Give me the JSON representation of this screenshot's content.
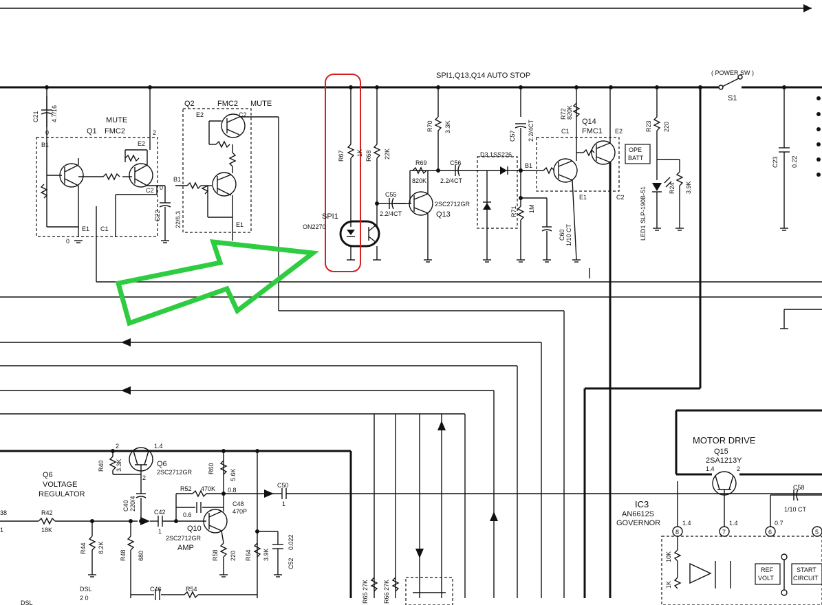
{
  "header": {
    "auto_stop": "SPI1,Q13,Q14 AUTO STOP",
    "power_sw": "( POWER SW )",
    "s1": "S1"
  },
  "mute1": {
    "title": "MUTE",
    "q": "Q1",
    "part": "FMC2",
    "b1": "B1",
    "e2": "E2",
    "c2": "C2",
    "e1": "E1",
    "c1": "C1",
    "zero_top": "0",
    "zero_bot": "0",
    "two": "2",
    "zero_c2": "0"
  },
  "mute2": {
    "q": "Q2",
    "part": "FMC2",
    "title": "MUTE",
    "e2": "E2",
    "c2": "C2",
    "b1": "B1",
    "e1": "E1"
  },
  "c21": {
    "name": "C21",
    "value": "4.7/16"
  },
  "c22": {
    "name": "C22",
    "value": "22/6.3"
  },
  "sp": {
    "name": "SPI1",
    "part": "ON2270",
    "r67": "R67",
    "r67v": "1K",
    "r68": "R68",
    "r68v": "22K"
  },
  "q13": {
    "r70": "R70",
    "r70v": "3.3K",
    "r69": "R69",
    "r69v": "820K",
    "c56": "C56",
    "c56v": "2.2/4CT",
    "c55": "C55",
    "c55v": "2.2/4CT",
    "part": "2SC2712GR",
    "name": "Q13"
  },
  "d3": {
    "label": "D3 1SS226"
  },
  "q14": {
    "c57": "C57",
    "c57v": "2.2/4CT",
    "r72": "R72",
    "r72v": "820K",
    "name": "Q14",
    "part": "FMC1",
    "c1": "C1",
    "e2": "E2",
    "b1": "B1",
    "e1": "E1",
    "c2": "C2",
    "r71": "R71",
    "r71v": "1M",
    "c60": "C60",
    "c60v": "1/10 CT"
  },
  "led": {
    "r23": "R23",
    "r23v": "220",
    "ope": "OPE",
    "batt": "BATT",
    "led1": "LED1 SLP-190B-51",
    "r24": "R24",
    "r24v": "3.9K"
  },
  "c23": {
    "name": "C23",
    "value": "0.22"
  },
  "motor": {
    "title": "MOTOR DRIVE",
    "q": "Q15",
    "part": "2SA1213Y",
    "v14": "1.4",
    "two": "2"
  },
  "ic3": {
    "name": "IC3",
    "part": "AN6612S",
    "func": "GOVERNOR",
    "p8": "8",
    "p7": "7",
    "p6": "6",
    "p5": "5",
    "v14a": "1.4",
    "v14b": "1.4",
    "v07": "0.7",
    "r10k": "10K",
    "r1k": "1K",
    "ref1": "REF",
    "ref2": "VOLT",
    "start1": "START",
    "start2": "CIRCUIT",
    "c58": "C58",
    "c58v": "1/10 CT"
  },
  "q6": {
    "two_a": "2",
    "v14": "1.4",
    "name": "Q6",
    "part": "2SC2712GR",
    "r40": "R40",
    "r40v": "3.3K",
    "two_b": "2",
    "title1": "Q6",
    "title2": "VOLTAGE",
    "title3": "REGULATOR",
    "c40": "C40",
    "c40v": "220/4"
  },
  "q10": {
    "r60": "R60",
    "r60v": "5.6K",
    "r52": "R52",
    "r52v": "470K",
    "v08": "0.8",
    "c50": "C50",
    "c50v": "1",
    "c48": "C48",
    "c48v": "470P",
    "v06": "0.6",
    "c42": "C42",
    "c42v": "1",
    "name": "Q10",
    "part": "2SC2712GR",
    "amp": "AMP",
    "r58": "R58",
    "r58v": "220",
    "r64": "R64",
    "r64v": "3.9K",
    "c52": "C52",
    "c52v": "0.022"
  },
  "left": {
    "r38": "38",
    "one": "1",
    "r42": "R42",
    "r42v": "18K",
    "r44": "R44",
    "r44v": "8.2K",
    "r48": "R48",
    "r48v": "680",
    "dsl": "DSL",
    "dslv": "2    0",
    "dsl2": "DSL",
    "c46": "C46",
    "r54": "R54"
  },
  "bottom": {
    "r65": "R65 27K",
    "r66": "R66 27K"
  }
}
